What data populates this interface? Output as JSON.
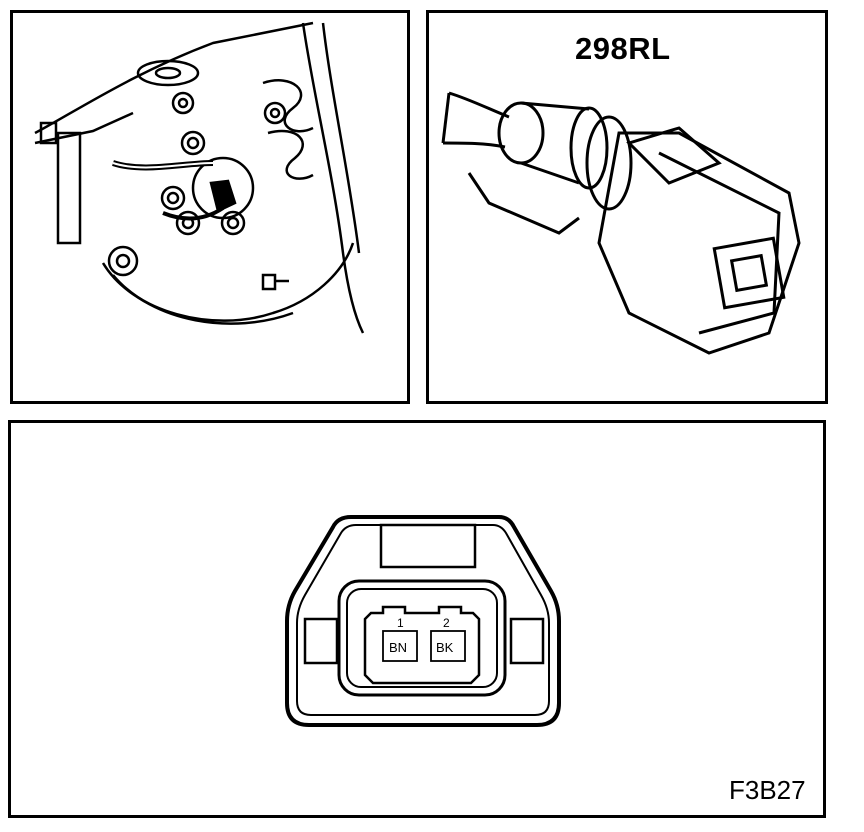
{
  "part_code": "298RL",
  "figure_id": "F3B27",
  "pins": [
    {
      "number": "1",
      "wire_color": "BN"
    },
    {
      "number": "2",
      "wire_color": "BK"
    }
  ]
}
